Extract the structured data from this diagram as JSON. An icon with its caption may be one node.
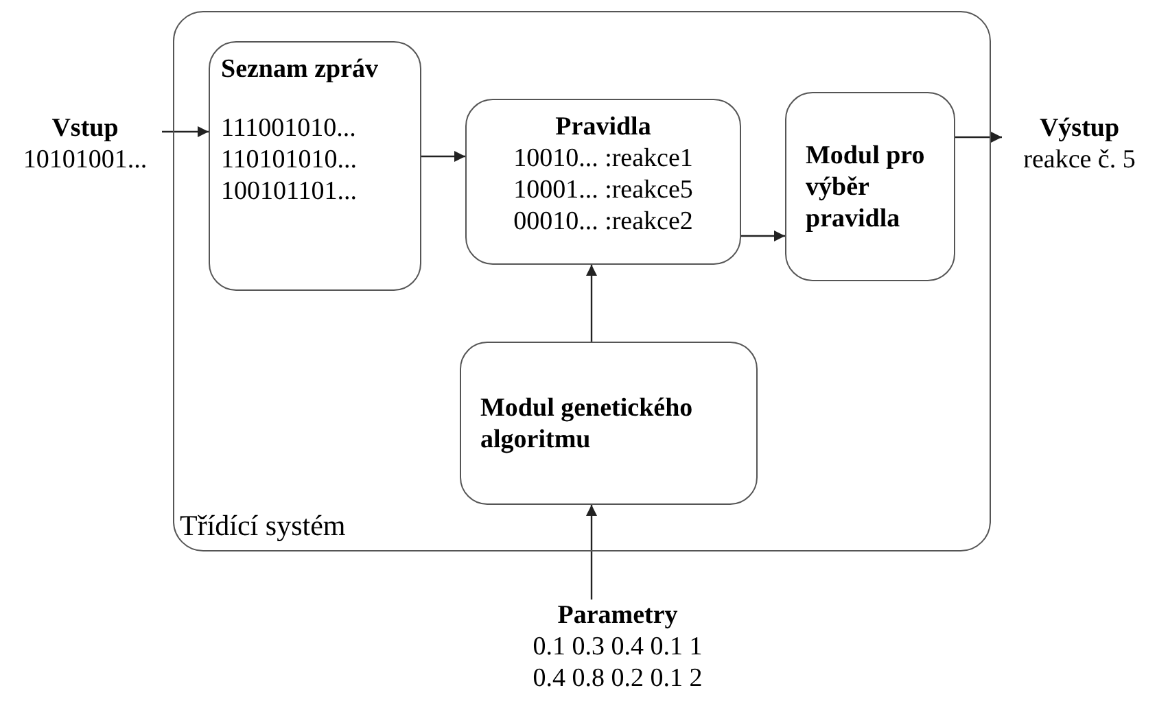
{
  "diagram": {
    "nodes": [
      {
        "text": [
          "Vstup",
          "10101001..."
        ]
      },
      {
        "text": [
          "Třídící systém"
        ]
      },
      {
        "text": [
          "Seznam zpráv",
          "111001010...",
          "110101010...",
          "100101101..."
        ],
        "in": 1
      },
      {
        "text": [
          "Pravidla",
          "10010... :reakce1",
          "10001... :reakce5",
          "00010... :reakce2"
        ],
        "in": 1
      },
      {
        "text": [
          "Modul pro výběr pravidla"
        ],
        "in": 1
      },
      {
        "text": [
          "Modul genetického algoritmu"
        ],
        "in": 1
      },
      {
        "text": [
          "Výstup",
          "reakce č. 5"
        ]
      },
      {
        "text": [
          "Parametry",
          "0.1 0.3 0.4 0.1 1",
          "0.4 0.8 0.2 0.1 2"
        ]
      }
    ],
    "edges": [
      {
        "from": 0,
        "to": 2,
        "arrow": "to"
      },
      {
        "from": 2,
        "to": 3,
        "arrow": "to"
      },
      {
        "from": 3,
        "to": 4,
        "arrow": "to"
      },
      {
        "from": 4,
        "to": 6,
        "arrow": "to"
      },
      {
        "from": 5,
        "to": 3,
        "arrow": "to"
      },
      {
        "from": 7,
        "to": 5,
        "arrow": "to"
      }
    ]
  }
}
